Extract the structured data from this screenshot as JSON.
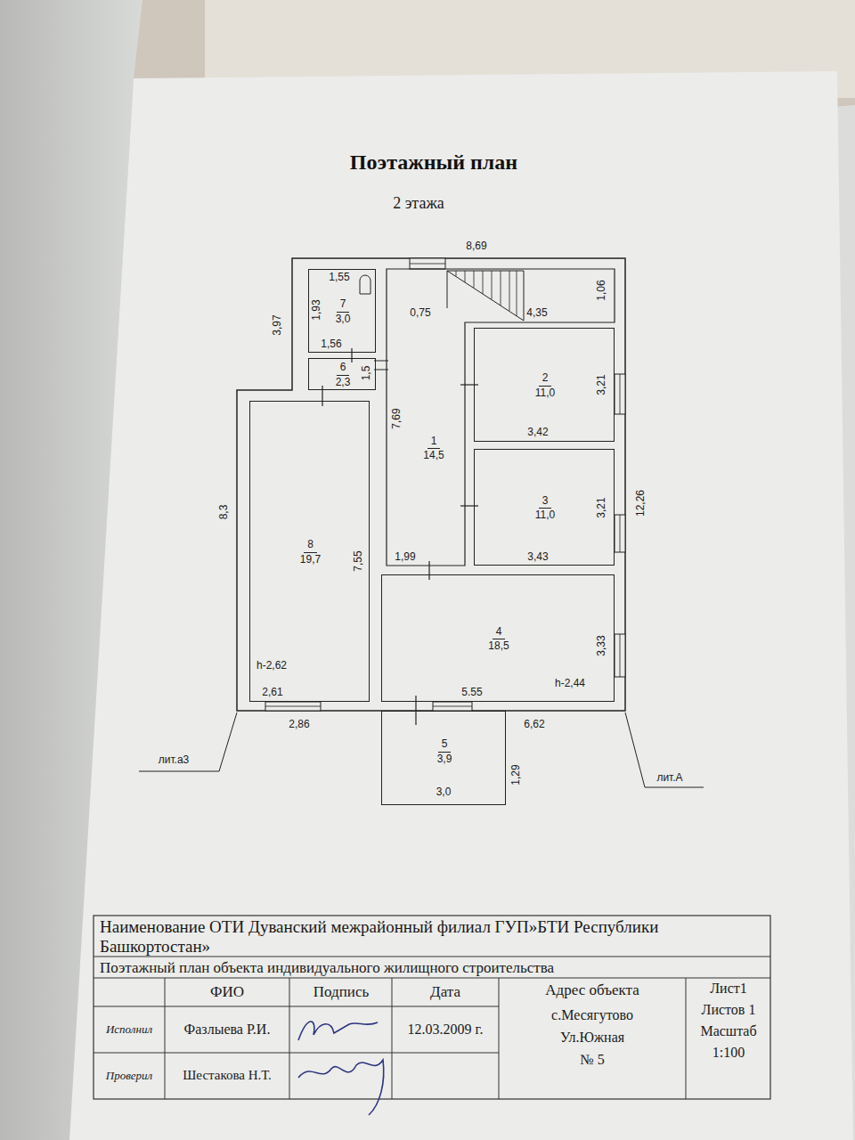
{
  "diagram": {
    "title": "Поэтажный план",
    "nodes": [
      {
        "text": [
          "7",
          "3,0"
        ]
      },
      {
        "text": [
          "6",
          "2,3"
        ]
      },
      {
        "text": [
          "1",
          "14,5"
        ]
      },
      {
        "text": [
          "2",
          "11,0"
        ]
      },
      {
        "text": [
          "3",
          "11,0"
        ]
      },
      {
        "text": [
          "8",
          "19,7"
        ]
      },
      {
        "text": [
          "4",
          "18,5"
        ]
      },
      {
        "text": [
          "5",
          "3,9"
        ]
      }
    ],
    "labels": [
      "2 этажа",
      "8,69",
      "1,55",
      "3,97",
      "1,93",
      "1,56",
      "1,5",
      "0,75",
      "4,35",
      "1,06",
      "7,69",
      "3,21",
      "3,42",
      "12,26",
      "3,21",
      "8,3",
      "1,99",
      "3,43",
      "7,55",
      "3,33",
      "h-2,62",
      "2,61",
      "h-2,44",
      "5.55",
      "2,86",
      "6,62",
      "лит.а3",
      "лит.А",
      "1,29",
      "3,0",
      "Наименование ОТИ Дуванский межрайонный филиал ГУП»БТИ Республики Башкортостан»",
      "Поэтажный план объекта индивидуального жилищного строительства",
      "ФИО",
      "Подпись",
      "Дата",
      "Адрес объекта",
      "Лист1",
      "Листов 1",
      "Масштаб",
      "1:100",
      "с.Месягутово",
      "Ул.Южная",
      "№ 5",
      "Исполнил",
      "Фазлыева Р.И.",
      "12.03.2009 г.",
      "Проверил",
      "Шестакова Н.Т."
    ]
  }
}
